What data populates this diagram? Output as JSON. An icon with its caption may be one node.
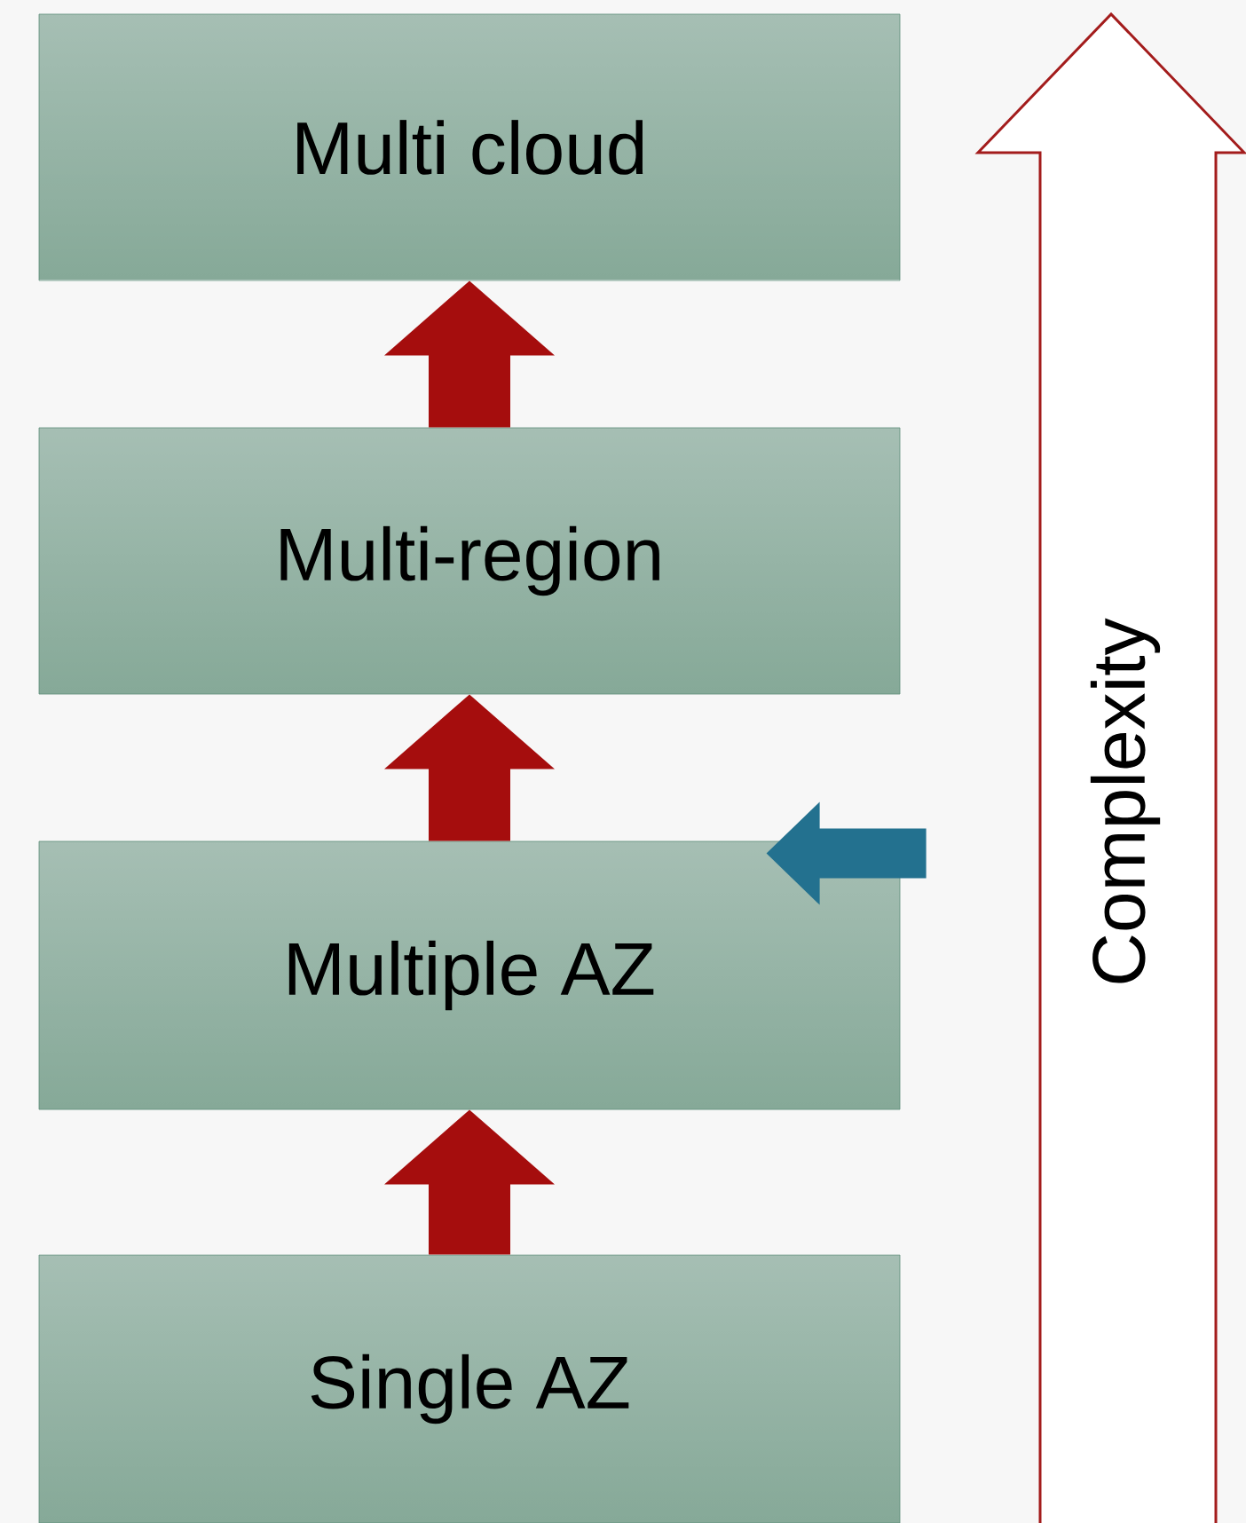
{
  "diagram": {
    "nodes": [
      {
        "text": [
          "Multi cloud"
        ]
      },
      {
        "text": [
          "Multi-region"
        ]
      },
      {
        "text": [
          "Multiple  AZ"
        ]
      },
      {
        "text": [
          "Single AZ"
        ]
      },
      {
        "text": [
          "Complexity"
        ]
      }
    ],
    "edges": [
      {
        "from": 3,
        "to": 2,
        "arrow": "to"
      },
      {
        "from": 2,
        "to": 1,
        "arrow": "to"
      },
      {
        "from": 1,
        "to": 0,
        "arrow": "to"
      },
      {
        "from": null,
        "to": 2,
        "arrow": "to",
        "color": "#23718f"
      }
    ]
  }
}
